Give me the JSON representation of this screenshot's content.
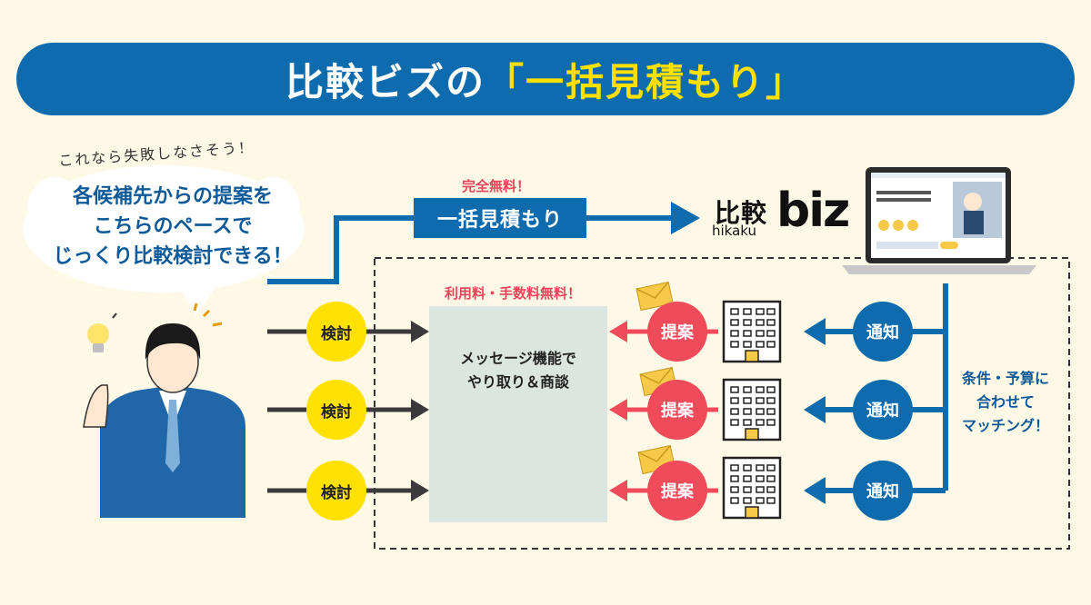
{
  "title": {
    "main": "比較ビズの",
    "highlight": "「一括見積もり」"
  },
  "handwritten_note": "これなら失敗しなさそう！",
  "speech_bubble": [
    "各候補先からの提案を",
    "こちらのペースで",
    "じっくり比較検討できる！"
  ],
  "free_label": "完全無料！",
  "ikkatsu_label": "一括見積もり",
  "logo": {
    "kanji": "比較",
    "roman": "hikaku",
    "brand": "biz"
  },
  "fee_free_label": "利用料・手数料無料！",
  "kentou": [
    "検討",
    "検討",
    "検討"
  ],
  "message_panel": [
    "メッセージ機能で",
    "やり取り＆商談"
  ],
  "teian": [
    "提案",
    "提案",
    "提案"
  ],
  "tsuchi": [
    "通知",
    "通知",
    "通知"
  ],
  "matching_text": [
    "条件・予算に",
    "合わせて",
    "マッチング！"
  ],
  "colors": {
    "primary_blue": "#0E6BAE",
    "yellow": "#FFE100",
    "red": "#EF4B5A",
    "background": "#FDF9E6"
  }
}
